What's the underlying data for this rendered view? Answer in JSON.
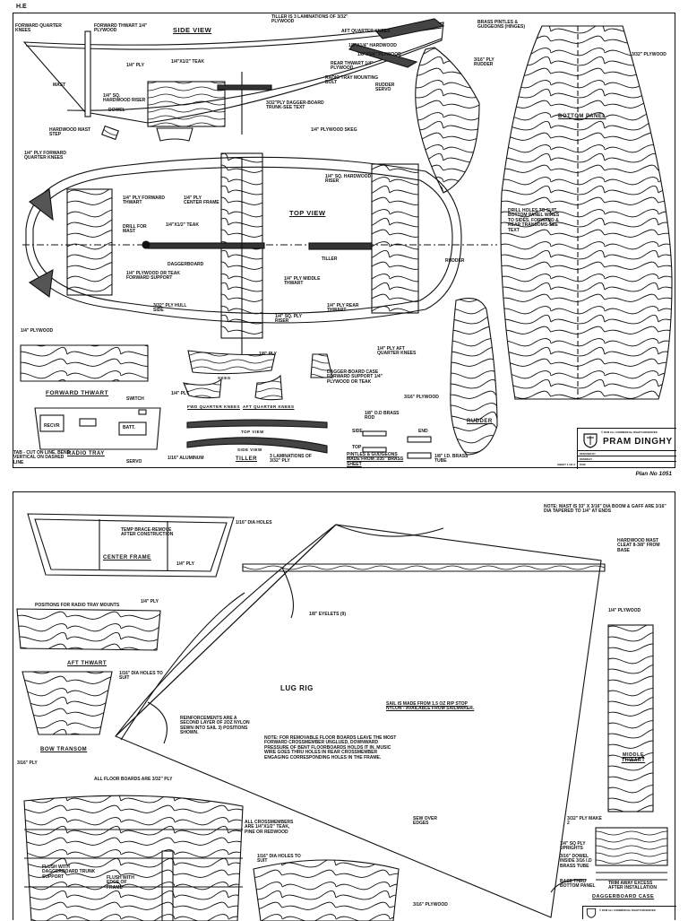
{
  "header": {
    "corner": "H.E",
    "plan_no": "Plan No 1051"
  },
  "title_block": {
    "name": "PRAM DINGHY",
    "publisher_line": "© RCM ALL COMMERCIAL RIGHTS RESERVED",
    "sheet": "SHEET 1 OF 2",
    "rows": [
      "DESIGNED BY",
      "DRAWN BY",
      "DATE"
    ]
  },
  "sheet1": {
    "titles": {
      "side_view": "SIDE VIEW",
      "top_view": "TOP VIEW",
      "bottom_panel": "BOTTOM PANEL",
      "forward_thwart": "FORWARD THWART",
      "radio_tray": "RADIO TRAY",
      "rudder": "RUDDER",
      "tiller": "TILLER",
      "fwd_quarter_knees": "FWD QUARTER KNEES",
      "aft_quarter_knees": "AFT QUARTER KNEES",
      "skeg": "SKEG",
      "top_view_small": "TOP VIEW",
      "side_view_small": "SIDE VIEW"
    },
    "labels": [
      "FORWARD QUARTER KNEES",
      "FORWARD THWART 1/4\" PLYWOOD",
      "TILLER IS 3 LAMINATIONS OF 3/32\" PLYWOOD",
      "BRASS PINTLES & GUDGEONS (HINGES)",
      "AFT QUARTER KNEES",
      "1/8\"x1/4\" HARDWOOD",
      "1/8\"x3/4\" PLYWOOD",
      "REAR THWART 1/4\" PLYWOOD",
      "RADIO TRAY MOUNTING BOLT",
      "RUDDER SERVO",
      "3/16\" PLY RUDDER",
      "3/32\" PLYWOOD",
      "1/4\" PLY",
      "1/4\"x1/2\" TEAK",
      "MAST",
      "1/4\" SQ. HARDWOOD RISER",
      "DOWEL",
      "3/32\"PLY DAGGER-BOARD TRUNK-SEE TEXT",
      "HARDWOOD MAST STEP",
      "1/4\" PLYWOOD SKEG",
      "1/4\" PLY FORWARD QUARTER KNEES",
      "1/4\" SQ. HARDWOOD RISER",
      "1/4\" PLY FORWARD THWART",
      "1/4\" PLY CENTER FRAME",
      "DRILL FOR MAST",
      "1/4\"x1/2\" TEAK",
      "DAGGERBOARD",
      "1/4\" PLYWOOD OR TEAK FORWARD SUPPORT",
      "TILLER",
      "RUDDER",
      "1/4\" PLY MIDDLE THWART",
      "3/32\" PLY HULL SIDE",
      "1/4\" SQ. PLY RISER",
      "1/4\" PLY REAR THWART",
      "1/4\" PLY AFT QUARTER KNEES",
      "DRILL HOLES TO SUIT. BOTTOM PANEL WIRES TO SIDES, FORWARD & REAR TRANSOMS-SEE TEXT",
      "1/4\" PLYWOOD",
      "1/8\" PLY",
      "DAGGER-BOARD CASE FORWARD SUPPORT 1/4\" PLYWOOD OR TEAK",
      "3/16\" PLYWOOD",
      "1/4\" PLY",
      "SWITCH",
      "RECVR",
      "BATT.",
      "TAB - CUT ON LINE, BEND VERTICAL ON DASHED LINE",
      "SERVO",
      "1/16\" ALUMINUM",
      "3 LAMINATIONS OF 3/32\" PLY",
      "1/8\" O.D BRASS ROD",
      "SIDE",
      "END",
      "TOP",
      "PINTLES & GUDGEONS MADE FROM .035\" BRASS SHEET",
      "1/8\" I.D. BRASS TUBE"
    ]
  },
  "sheet2": {
    "titles": {
      "center_frame": "CENTER FRAME",
      "aft_thwart": "AFT THWART",
      "bow_transom": "BOW TRANSOM",
      "lug_rig": "LUG RIG",
      "middle_thwart": "MIDDLE THWART",
      "daggerboard_case": "DAGGERBOARD CASE"
    },
    "labels": [
      "TEMP BRACE-REMOVE AFTER CONSTRUCTION",
      "1/16\" DIA HOLES",
      "1/4\" PLY",
      "NOTE: MAST IS 33\" x 3/16\" DIA BOOM & GAFF ARE 3/16\" DIA TAPERED TO 1/4\" AT ENDS",
      "HARDWOOD MAST CLEAT 8-3/8\" FROM BASE",
      "POSITIONS FOR RADIO TRAY MOUNTS",
      "1/4\" PLY",
      "1/8\" EYELETS (9)",
      "1/4\" PLYWOOD",
      "1/16\" DIA HOLES TO SUIT",
      "REINFORCEMENTS ARE A SECOND LAYER OF 2oz NYLON SEWN INTO SAIL 3) POSITIONS SHOWN.",
      "SAIL IS MADE FROM 1.5 OZ RIP STOP NYLON - AVAILABLE FROM SAILMAKER.",
      "NOTE: FOR REMOVABLE FLOOR BOARDS LEAVE THE MOST FORWARD CROSSMEMBER UNGLUED, DOWNWARD PRESSURE OF BENT FLOORBOARDS HOLDS IT IN. MUSIC WIRE GOES THRU HOLES IN REAR CROSSMEMBER ENGAGING CORRESPONDING HOLES IN THE FRAME.",
      "3/16\" PLY",
      "ALL FLOOR BOARDS ARE 3/32\" PLY",
      "ALL CROSSMEMBERS ARE 1/4\"x1/2\" TEAK, PINE OR REDWOOD",
      "SEW OVER EDGES",
      "1/16\" DIA HOLES TO SUIT",
      "FLUSH WITH DAGGERBOARD TRUNK SUPPORT",
      "FLUSH WITH EDGE OF FRAME",
      "3/16\" PLYWOOD",
      "3/32\" PLY MAKE 2",
      "1/4\" SQ PLY UPRIGHTS",
      "3/16\" DOWEL INSIDE 3/16 I.D BRASS TUBE",
      "BASE THRU BOTTOM PANEL",
      "TRIM AWAY EXCESS AFTER INSTALLATION"
    ]
  },
  "colors": {
    "ink": "#111111",
    "paper": "#ffffff"
  }
}
